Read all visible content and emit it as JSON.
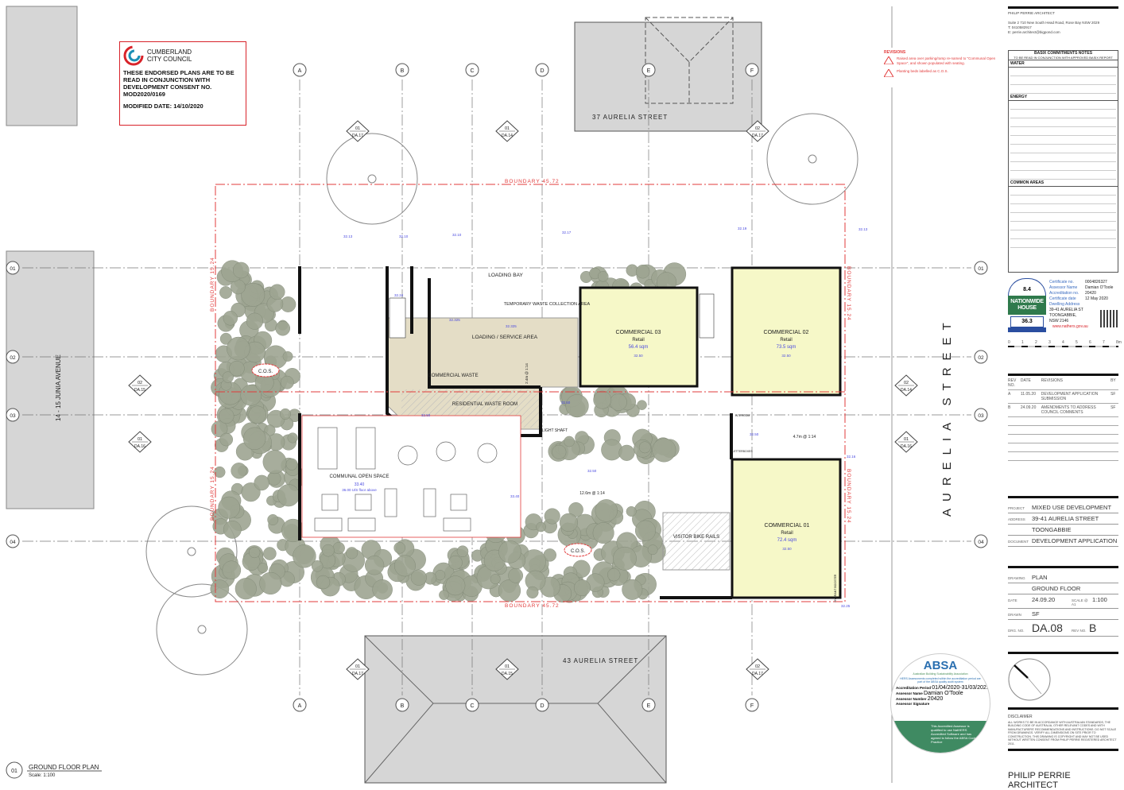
{
  "council_stamp": {
    "council_name": "CUMBERLAND CITY COUNCIL",
    "notice": "THESE ENDORSED PLANS ARE TO BE READ IN CONJUNCTION WITH DEVELOPMENT CONSENT NO. MOD2020/0169",
    "modified": "MODIFIED DATE: 14/10/2020"
  },
  "grid": {
    "columns": [
      "A",
      "B",
      "C",
      "D",
      "E",
      "F"
    ],
    "rows": [
      "01",
      "02",
      "03",
      "04"
    ]
  },
  "streets": {
    "left": "14 - 15 JUNIA AVENUE",
    "right": "AURELIA STREET",
    "top_building": "37 AURELIA STREET",
    "bottom_building": "43 AURELIA STREET"
  },
  "boundaries": {
    "top": "BOUNDARY 45.72",
    "bottom": "BOUNDARY 45.72",
    "left_upper": "BOUNDARY 15.24",
    "left_lower": "BOUNDARY 15.24",
    "right_upper": "BOUNDARY 15.24",
    "right_lower": "BOUNDARY 15.24"
  },
  "section_markers": [
    {
      "num": "01",
      "ref": "DA.17"
    },
    {
      "num": "01",
      "ref": "DA.14"
    },
    {
      "num": "02",
      "ref": "DA.17"
    },
    {
      "num": "02",
      "ref": "DA.15"
    },
    {
      "num": "01",
      "ref": "DA.16"
    },
    {
      "num": "02",
      "ref": "DA.14"
    },
    {
      "num": "01",
      "ref": "DA.16"
    },
    {
      "num": "01",
      "ref": "DA.17"
    },
    {
      "num": "01",
      "ref": "DA.15"
    },
    {
      "num": "02",
      "ref": "DA.17"
    }
  ],
  "rooms": {
    "loading_bay": "LOADING BAY",
    "temp_waste": "TEMPORARY WASTE COLLECTION AREA",
    "loading_service": "LOADING / SERVICE AREA",
    "commercial_waste": "COMMERCIAL WASTE",
    "residential_waste": "RESIDENTIAL WASTE ROOM",
    "communal": "COMMUNAL OPEN SPACE",
    "communal_level": "33.40",
    "communal_note": "36.00 U/S floor above",
    "light_shaft": "LIGHT SHAFT",
    "bike": "VISITOR BIKE RAILS",
    "cos": "C.O.S.",
    "intercom": "INTERCOM",
    "letterboxes": "LETTERBOXES",
    "hydrant": "HYDRANT BOOSTER",
    "ramp1": "12.6m @ 1:14",
    "ramp2": "4.7m @ 1:14",
    "ramp3": "2.4m @ 1:14"
  },
  "commercial": [
    {
      "name": "COMMERCIAL 03",
      "use": "Retail",
      "area": "56.4 sqm",
      "level": "32.50"
    },
    {
      "name": "COMMERCIAL 02",
      "use": "Retail",
      "area": "73.5 sqm",
      "level": "32.50"
    },
    {
      "name": "COMMERCIAL 01",
      "use": "Retail",
      "area": "72.4 sqm",
      "level": "32.50"
    }
  ],
  "levels": [
    "32.24",
    "32.325",
    "32.325",
    "32.50",
    "32.50",
    "32.50",
    "32.50",
    "33.40",
    "32.13",
    "32.10",
    "32.10",
    "32.17",
    "32.19",
    "32.13",
    "32.16",
    "32.25"
  ],
  "plan_title": {
    "num": "01",
    "title": "GROUND FLOOR PLAN",
    "scale": "Scale: 1:100"
  },
  "revisions_notes": {
    "heading": "REVISIONS",
    "items": [
      "Raised area over parking/ramp re-named to \"Communal Open Space\", and shown populated with seating.",
      "Planting beds labelled as C.O.S."
    ]
  },
  "architect": {
    "name": "PHILIP PERRIE ARCHITECT",
    "address": "Suite 2 710 New South Head Road, Rose Bay NSW 2029",
    "phone": "T: 0410582917",
    "email": "E: perrie.architect@bigpond.com"
  },
  "basix": {
    "title": "BASIX COMMITMENTS NOTES",
    "subtitle": "TO BE READ IN CONJUNCTION WITH APPROVED BASIX REPORT",
    "sections": [
      "WATER",
      "ENERGY",
      "COMMON AREAS"
    ]
  },
  "nathers": {
    "stars": "8.4",
    "brand": "NATIONWIDE HOUSE",
    "energy": "36.3",
    "labels": [
      "Certificate no.",
      "Assessor Name",
      "Accreditation no.",
      "Certificate date",
      "Dwelling Address"
    ],
    "values": [
      "0004826327",
      "Damian O'Toole",
      "20420",
      "12 May 2020"
    ],
    "address": "39-41 AURELIA ST TOONGABBIE, NSW 2146",
    "url": "www.nathers.gov.au"
  },
  "scale_bar": [
    "0",
    "1",
    "2",
    "3",
    "4",
    "5",
    "6",
    "7",
    "8m"
  ],
  "revision_table": {
    "headers": [
      "REV NO.",
      "DATE",
      "REVISIONS",
      "BY"
    ],
    "rows": [
      [
        "A",
        "11.05.20",
        "DEVELOPMENT APPLICATION SUBMISSION",
        "SF"
      ],
      [
        "B",
        "24.09.20",
        "AMENDMENTS TO ADDRESS COUNCIL COMMENTS",
        "SF"
      ]
    ]
  },
  "title_block": {
    "project_label": "PROJECT",
    "project": "MIXED USE DEVELOPMENT",
    "address_label": "ADDRESS",
    "address1": "39-41 AURELIA STREET",
    "address2": "TOONGABBIE",
    "document_label": "DOCUMENT",
    "document": "DEVELOPMENT APPLICATION",
    "drawing_label": "DRAWING",
    "drawing1": "PLAN",
    "drawing2": "GROUND FLOOR",
    "date_label": "DATE",
    "date": "24.09.20",
    "scale_label": "SCALE @ A1",
    "scale": "1:100",
    "drawn_label": "DRAWN",
    "drawn": "SF",
    "drg_label": "DRG. NO.",
    "drg": "DA.08",
    "rev_label": "REV NO.",
    "rev": "B",
    "disclaimer_title": "DISCLAIMER",
    "disclaimer": "ALL WORKS TO BE IN ACCORDANCE WITH AUSTRALIAN STANDARDS, THE BUILDING CODE OF AUSTRALIA, OTHER RELEVANT CODES AND WITH MANUFACTURERS' RECOMMENDATIONS AND INSTRUCTIONS. DO NOT SCALE FROM DRAWINGS. VERIFY ALL DIMENSIONS ON SITE PRIOR TO CONSTRUCTION. THIS DRAWING IS COPYRIGHT AND MAY NOT BE USED WITHOUT WRITTEN CONSENT FROM PHILIP PERRIE REGISTERED ARCHITECT 2011."
  },
  "absa": {
    "brand": "ABSA",
    "sub": "Australian Building Sustainability Association",
    "note": "HERS Assessments completed within the accreditation period are part of the ABSA quality audit system",
    "period_label": "Accreditation Period",
    "period": "01/04/2020-31/03/2021",
    "name_label": "Assessor Name",
    "name": "Damian O'Toole",
    "number_label": "Assessor Number",
    "number": "20420",
    "signature_label": "Assessor Signature",
    "footer": "This Accredited Assessor is qualified to use NatHERS Accredited Software and has agreed to follow the ABSA Code of Practice"
  },
  "colors": {
    "commercial": "#f6f8c8",
    "service": "#e4ddc6",
    "planting": "#9ea592",
    "boundary": "#e23b3b",
    "building": "#d6d6d6"
  }
}
